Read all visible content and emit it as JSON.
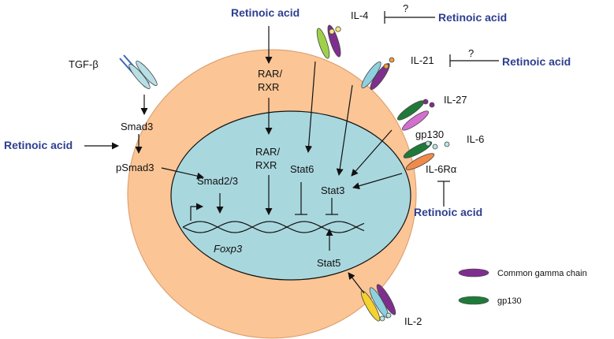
{
  "colors": {
    "cell": "#fbc596",
    "nucleus": "#a9d7de",
    "retinoic_acid": "#2e3f8f",
    "common_gamma_chain": "#7e2f8e",
    "gp130": "#1f7a3a"
  },
  "labels": {
    "tgf_beta": "TGF-β",
    "smad3": "Smad3",
    "psmad3": "pSmad3",
    "smad23": "Smad2/3",
    "rar_rxr_cyto_1": "RAR/",
    "rar_rxr_cyto_2": "RXR",
    "rar_rxr_nuc_1": "RAR/",
    "rar_rxr_nuc_2": "RXR",
    "stat6": "Stat6",
    "stat3": "Stat3",
    "stat5": "Stat5",
    "foxp3": "Foxp3",
    "il4": "IL-4",
    "il21": "IL-21",
    "il27": "IL-27",
    "gp130_receptor": "gp130",
    "il6": "IL-6",
    "il6ra": "IL-6Rα",
    "il2": "IL-2",
    "question_il4": "?",
    "question_il21": "?"
  },
  "retinoic_acid": {
    "top": "Retinoic acid",
    "left": "Retinoic acid",
    "il4": "Retinoic acid",
    "il21": "Retinoic acid",
    "il6": "Retinoic acid"
  },
  "legend": {
    "common_gamma_chain": "Common gamma chain",
    "gp130": "gp130"
  }
}
